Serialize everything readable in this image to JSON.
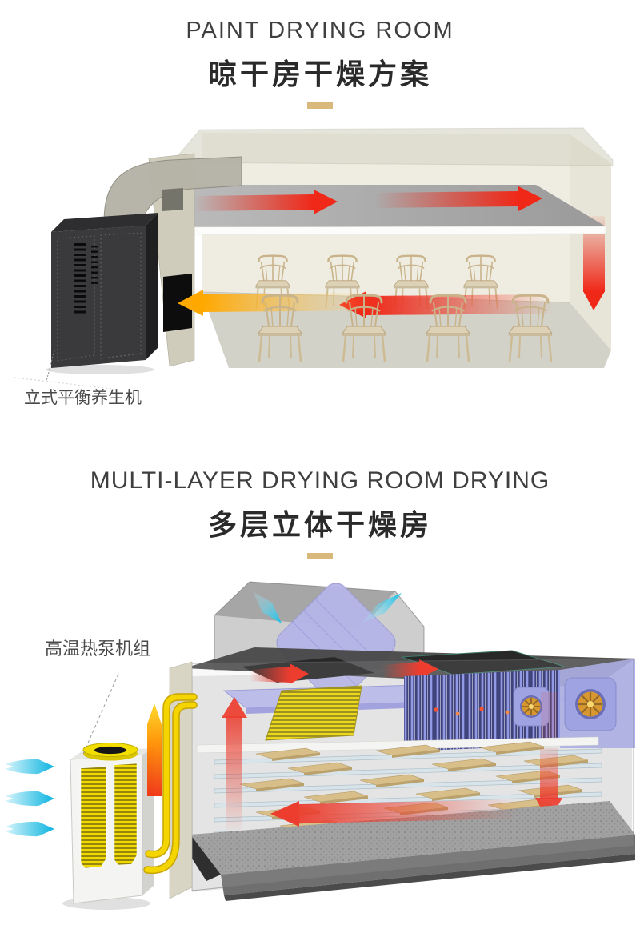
{
  "page": {
    "background": "#ffffff",
    "divider_color": "#d9b87c"
  },
  "sections": [
    {
      "title_en": "PAINT DRYING ROOM",
      "title_zh": "晾干房干燥方案",
      "callout": "立式平衡养生机"
    },
    {
      "title_en": "MULTI-LAYER DRYING ROOM DRYING",
      "title_zh": "多层立体干燥房",
      "callout": "高温热泵机组"
    }
  ],
  "flows": {
    "hot_supply_air": "#f02818",
    "cooled_return_air": "#ffa800",
    "ambient_intake_air": "#14b4e4",
    "moist_exhaust_air": "#10c0e8",
    "refrigerant_pipe": "#f2ce00"
  }
}
